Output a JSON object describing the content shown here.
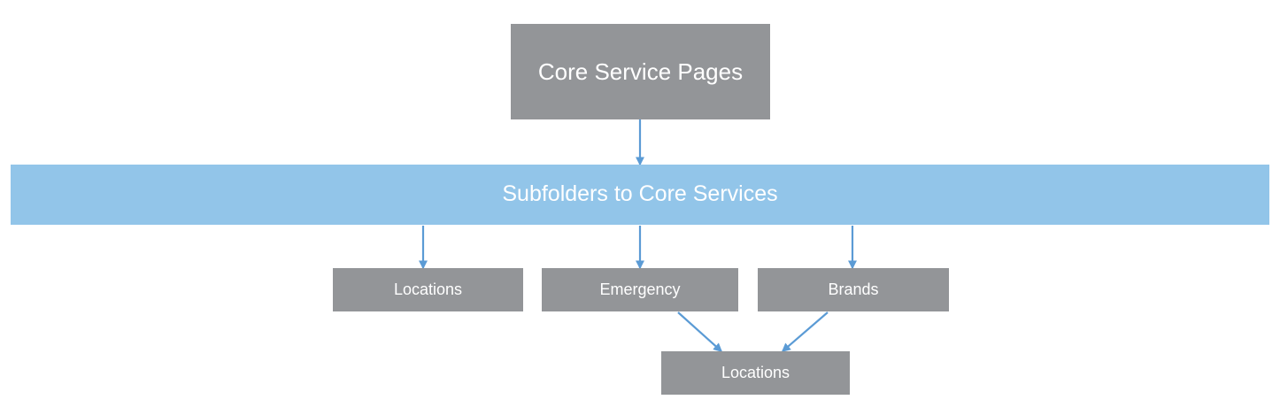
{
  "diagram": {
    "title_node": {
      "label": "Core Service Pages"
    },
    "band_node": {
      "label": "Subfolders to Core Services"
    },
    "child_nodes": [
      {
        "label": "Locations"
      },
      {
        "label": "Emergency"
      },
      {
        "label": "Brands"
      }
    ],
    "leaf_node": {
      "label": "Locations"
    },
    "colors": {
      "node_gray": "#939598",
      "node_blue": "#92C5E9",
      "arrow_blue": "#5B9BD5",
      "text_white": "#FFFFFF",
      "background": "#FFFFFF"
    },
    "connectors": [
      {
        "name": "core-to-subfolders",
        "from": "Core Service Pages",
        "to": "Subfolders to Core Services",
        "style": "straight-down"
      },
      {
        "name": "subfolders-to-locations",
        "from": "Subfolders to Core Services",
        "to": "Locations",
        "style": "straight-down"
      },
      {
        "name": "subfolders-to-emergency",
        "from": "Subfolders to Core Services",
        "to": "Emergency",
        "style": "straight-down"
      },
      {
        "name": "subfolders-to-brands",
        "from": "Subfolders to Core Services",
        "to": "Brands",
        "style": "straight-down"
      },
      {
        "name": "emergency-to-locations",
        "from": "Emergency",
        "to": "Locations",
        "style": "diagonal"
      },
      {
        "name": "brands-to-locations",
        "from": "Brands",
        "to": "Locations",
        "style": "diagonal"
      }
    ]
  }
}
